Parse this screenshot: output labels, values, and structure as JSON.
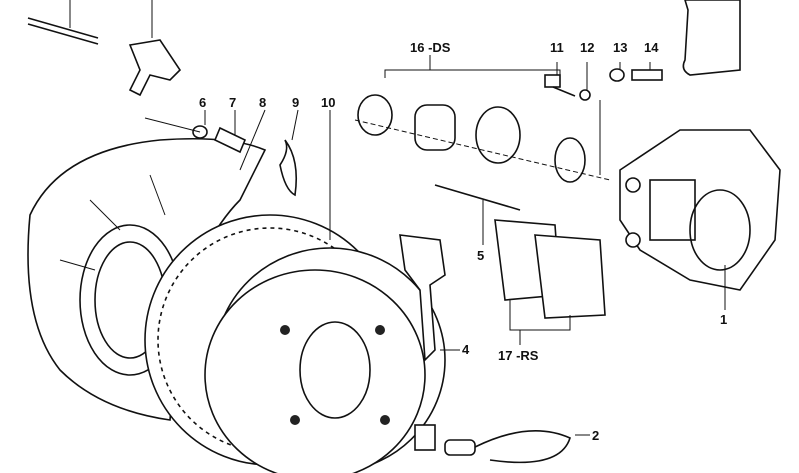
{
  "title": "Rear brake assembly parts diagram",
  "callouts": [
    {
      "id": "c1",
      "label": "1"
    },
    {
      "id": "c2",
      "label": "2"
    },
    {
      "id": "c4",
      "label": "4"
    },
    {
      "id": "c5",
      "label": "5"
    },
    {
      "id": "c6",
      "label": "6"
    },
    {
      "id": "c7",
      "label": "7"
    },
    {
      "id": "c8",
      "label": "8"
    },
    {
      "id": "c9",
      "label": "9"
    },
    {
      "id": "c10",
      "label": "10"
    },
    {
      "id": "c11",
      "label": "11"
    },
    {
      "id": "c12",
      "label": "12"
    },
    {
      "id": "c13",
      "label": "13"
    },
    {
      "id": "c14",
      "label": "14"
    },
    {
      "id": "c16",
      "label": "16 -DS"
    },
    {
      "id": "c17",
      "label": "17 -RS"
    }
  ]
}
